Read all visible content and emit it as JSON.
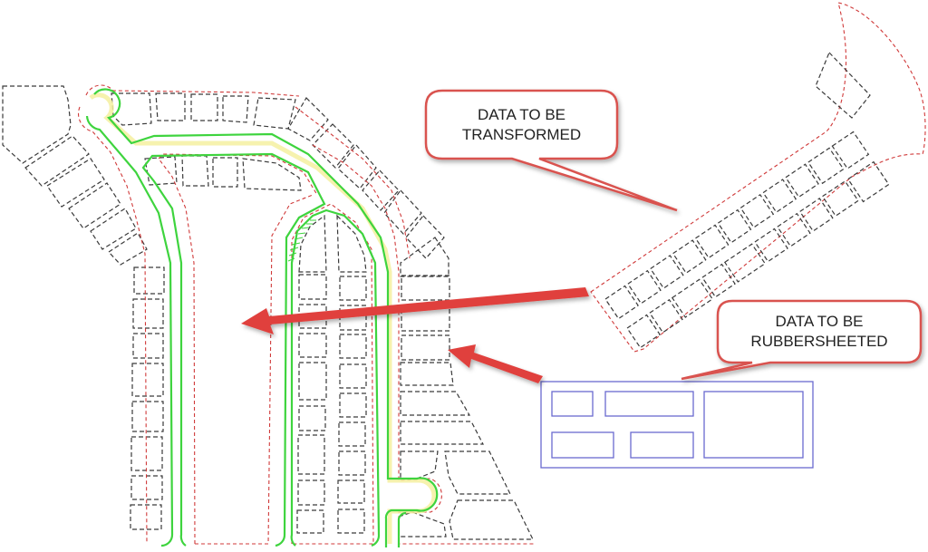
{
  "diagram": {
    "callouts": [
      {
        "id": "transformed",
        "line1": "DATA TO BE",
        "line2": "TRANSFORMED"
      },
      {
        "id": "rubbersheeted",
        "line1": "DATA TO BE",
        "line2": "RUBBERSHEETED"
      }
    ],
    "colors": {
      "parcel_lines": "#3a3a3a",
      "right_of_way": "#d03a3a",
      "road_edges": "#3ed43e",
      "curb_highlight": "#f4f0a0",
      "reference_geometry": "#6a6ad0",
      "arrows": "#e0403c",
      "callout_border": "#d9534f"
    },
    "layers": [
      {
        "name": "parcels",
        "style": "dashed",
        "color": "#3a3a3a"
      },
      {
        "name": "right-of-way",
        "style": "dashed",
        "color": "#d03a3a"
      },
      {
        "name": "road centerline edges",
        "style": "solid",
        "color": "#3ed43e"
      },
      {
        "name": "reference rectangles",
        "style": "solid",
        "color": "#6a6ad0"
      }
    ]
  }
}
